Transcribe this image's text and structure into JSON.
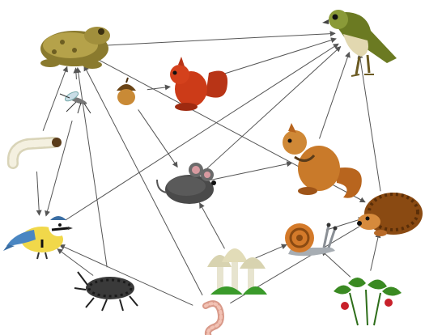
{
  "diagram": {
    "kind": "food web",
    "organisms": [
      {
        "id": "toad",
        "icon": "toad-icon"
      },
      {
        "id": "bird-of-prey",
        "icon": "bird-of-prey-icon"
      },
      {
        "id": "squirrel",
        "icon": "squirrel-icon"
      },
      {
        "id": "acorn",
        "icon": "acorn-icon"
      },
      {
        "id": "mosquito",
        "icon": "mosquito-icon"
      },
      {
        "id": "caterpillar",
        "icon": "caterpillar-icon"
      },
      {
        "id": "weasel",
        "icon": "weasel-icon"
      },
      {
        "id": "mouse",
        "icon": "mouse-icon"
      },
      {
        "id": "hedgehog",
        "icon": "hedgehog-icon"
      },
      {
        "id": "tit-bird",
        "icon": "tit-bird-icon"
      },
      {
        "id": "snail",
        "icon": "snail-icon"
      },
      {
        "id": "mushrooms",
        "icon": "mushrooms-icon"
      },
      {
        "id": "woodlouse",
        "icon": "woodlouse-icon"
      },
      {
        "id": "earthworm",
        "icon": "earthworm-icon"
      },
      {
        "id": "strawberry-plant",
        "icon": "strawberry-plant-icon"
      }
    ],
    "links": [
      {
        "from": "toad",
        "to": "bird-of-prey"
      },
      {
        "from": "toad",
        "to": "hedgehog"
      },
      {
        "from": "squirrel",
        "to": "bird-of-prey"
      },
      {
        "from": "acorn",
        "to": "squirrel"
      },
      {
        "from": "acorn",
        "to": "mouse"
      },
      {
        "from": "mosquito",
        "to": "toad"
      },
      {
        "from": "caterpillar",
        "to": "tit-bird"
      },
      {
        "from": "caterpillar",
        "to": "toad"
      },
      {
        "from": "mouse",
        "to": "weasel"
      },
      {
        "from": "mouse",
        "to": "bird-of-prey"
      },
      {
        "from": "weasel",
        "to": "bird-of-prey"
      },
      {
        "from": "tit-bird",
        "to": "bird-of-prey"
      },
      {
        "from": "hedgehog",
        "to": "bird-of-prey"
      },
      {
        "from": "mushrooms",
        "to": "snail"
      },
      {
        "from": "mushrooms",
        "to": "mouse"
      },
      {
        "from": "snail",
        "to": "hedgehog"
      },
      {
        "from": "woodlouse",
        "to": "tit-bird"
      },
      {
        "from": "woodlouse",
        "to": "toad"
      },
      {
        "from": "earthworm",
        "to": "tit-bird"
      },
      {
        "from": "earthworm",
        "to": "toad"
      },
      {
        "from": "earthworm",
        "to": "hedgehog"
      },
      {
        "from": "strawberry-plant",
        "to": "snail"
      },
      {
        "from": "strawberry-plant",
        "to": "hedgehog"
      },
      {
        "from": "mosquito",
        "to": "tit-bird"
      }
    ]
  }
}
